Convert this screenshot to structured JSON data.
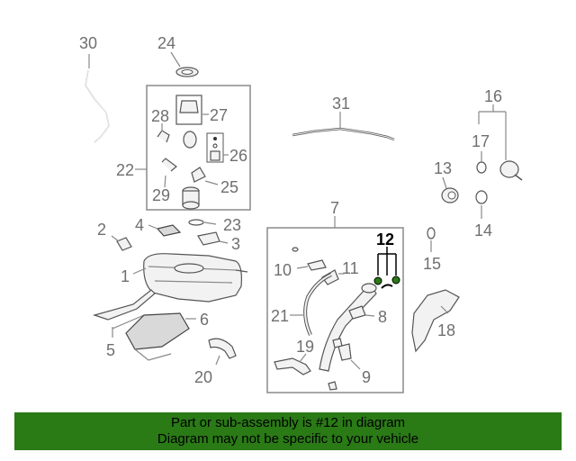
{
  "diagram": {
    "callouts": {
      "c1": "1",
      "c2": "2",
      "c3": "3",
      "c4": "4",
      "c5": "5",
      "c6": "6",
      "c7": "7",
      "c8": "8",
      "c9": "9",
      "c10": "10",
      "c11": "11",
      "c12": "12",
      "c13": "13",
      "c14": "14",
      "c15": "15",
      "c16": "16",
      "c17": "17",
      "c18": "18",
      "c19": "19",
      "c20": "20",
      "c21": "21",
      "c22": "22",
      "c23": "23",
      "c24": "24",
      "c25": "25",
      "c26": "26",
      "c27": "27",
      "c28": "28",
      "c29": "29",
      "c30": "30",
      "c31": "31"
    },
    "highlighted_part": "12",
    "highlight_color": "#2a7a16"
  },
  "banner": {
    "line1": "Part or sub-assembly is #12 in diagram",
    "line2": "Diagram may not be specific to your vehicle",
    "background": "#2a7a16"
  }
}
